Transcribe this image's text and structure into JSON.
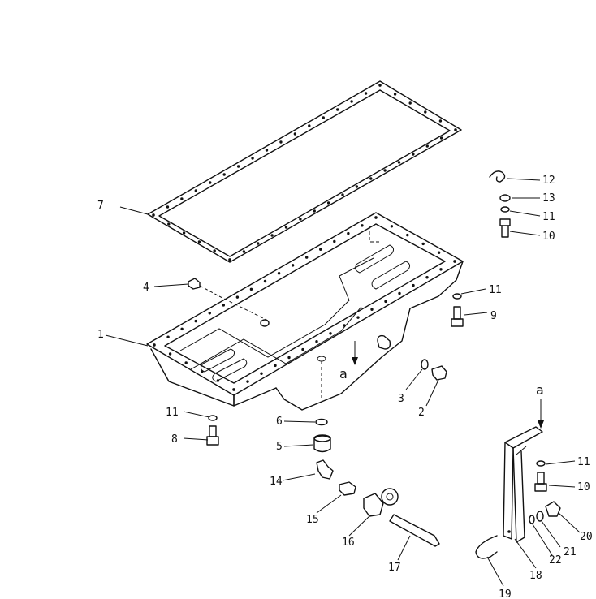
{
  "diagram": {
    "callouts": [
      {
        "id": "c1",
        "text": "1"
      },
      {
        "id": "c2",
        "text": "2"
      },
      {
        "id": "c3",
        "text": "3"
      },
      {
        "id": "c4",
        "text": "4"
      },
      {
        "id": "c5",
        "text": "5"
      },
      {
        "id": "c6",
        "text": "6"
      },
      {
        "id": "c7",
        "text": "7"
      },
      {
        "id": "c8",
        "text": "8"
      },
      {
        "id": "c9",
        "text": "9"
      },
      {
        "id": "c10a",
        "text": "10"
      },
      {
        "id": "c10b",
        "text": "10"
      },
      {
        "id": "c11a",
        "text": "11"
      },
      {
        "id": "c11b",
        "text": "11"
      },
      {
        "id": "c11c",
        "text": "11"
      },
      {
        "id": "c11d",
        "text": "11"
      },
      {
        "id": "c12",
        "text": "12"
      },
      {
        "id": "c13",
        "text": "13"
      },
      {
        "id": "c14",
        "text": "14"
      },
      {
        "id": "c15",
        "text": "15"
      },
      {
        "id": "c16",
        "text": "16"
      },
      {
        "id": "c17",
        "text": "17"
      },
      {
        "id": "c18",
        "text": "18"
      },
      {
        "id": "c19",
        "text": "19"
      },
      {
        "id": "c20",
        "text": "20"
      },
      {
        "id": "c21",
        "text": "21"
      },
      {
        "id": "c22",
        "text": "22"
      }
    ],
    "view_markers": {
      "arrow_a_pan": "a",
      "arrow_a_bracket": "a"
    }
  }
}
